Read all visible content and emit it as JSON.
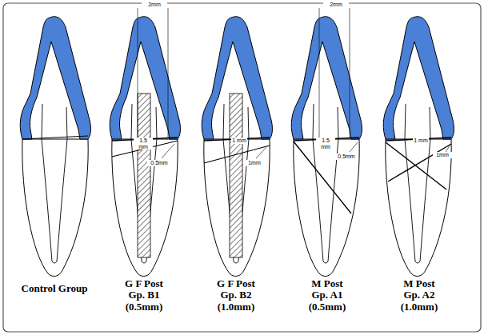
{
  "diagram": {
    "labels": [
      "2mm",
      "1.5 mm",
      "0.5mm",
      "1 mm",
      "1mm",
      "2mm",
      "1.5 mm",
      "0.5mm",
      "1 mm",
      "1mm",
      "Control Group",
      "G F Post Gp. B1 (0.5mm)",
      "G F Post Gp. B2 (1.0mm)",
      "M Post Gp. A1 (0.5mm)",
      "M Post Gp. A2 (1.0mm)"
    ]
  }
}
